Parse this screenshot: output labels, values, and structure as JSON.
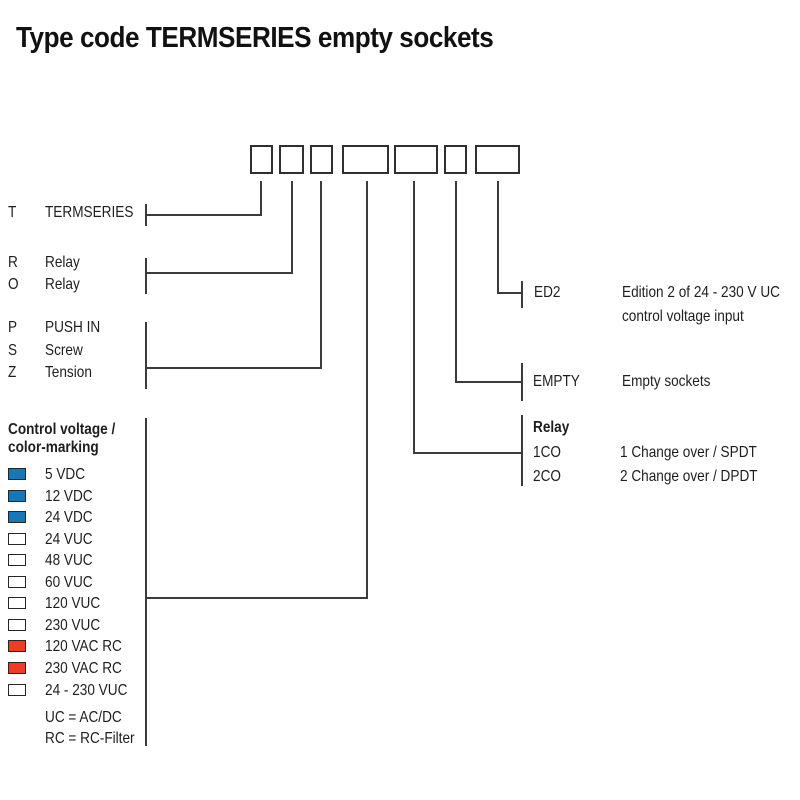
{
  "title": "Type code TERMSERIES empty sockets",
  "colors": {
    "swatch_blue": "#1677bb",
    "swatch_red": "#f23a26",
    "swatch_white": "#ffffff",
    "line": "#3b3b3b",
    "text": "#1e1e1e"
  },
  "left_entries": [
    {
      "code": "T",
      "label": "TERMSERIES"
    },
    {
      "code": "R",
      "label": "Relay"
    },
    {
      "code": "O",
      "label": "Relay"
    },
    {
      "code": "P",
      "label": "PUSH IN"
    },
    {
      "code": "S",
      "label": "Screw"
    },
    {
      "code": "Z",
      "label": "Tension"
    }
  ],
  "control_voltage": {
    "heading_line1": "Control voltage /",
    "heading_line2": "color-marking",
    "items": [
      {
        "label": "5 VDC",
        "color": "blue"
      },
      {
        "label": "12 VDC",
        "color": "blue"
      },
      {
        "label": "24 VDC",
        "color": "blue"
      },
      {
        "label": "24 VUC",
        "color": "white"
      },
      {
        "label": "48 VUC",
        "color": "white"
      },
      {
        "label": "60 VUC",
        "color": "white"
      },
      {
        "label": "120 VUC",
        "color": "white"
      },
      {
        "label": "230 VUC",
        "color": "white"
      },
      {
        "label": "120 VAC RC",
        "color": "red"
      },
      {
        "label": "230 VAC RC",
        "color": "red"
      },
      {
        "label": "24 - 230 VUC",
        "color": "white"
      }
    ],
    "notes": [
      "UC = AC/DC",
      "RC = RC-Filter"
    ]
  },
  "right_entries": {
    "ed2": {
      "code": "ED2",
      "desc_line1": "Edition 2 of 24 - 230 V UC",
      "desc_line2": "control voltage input"
    },
    "empty": {
      "code": "EMPTY",
      "desc": "Empty sockets"
    },
    "relay": {
      "heading": "Relay",
      "options": [
        {
          "code": "1CO",
          "desc": "1 Change over / SPDT"
        },
        {
          "code": "2CO",
          "desc": "2 Change over / DPDT"
        }
      ]
    }
  }
}
